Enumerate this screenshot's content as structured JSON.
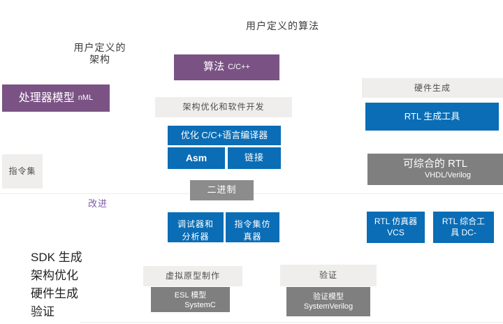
{
  "titles": {
    "top": "用户定义的算法",
    "arch_line1": "用户定义的",
    "arch_line2": "架构",
    "improve": "改进"
  },
  "boxes": {
    "processor_model": {
      "main": "处理器模型",
      "sub": "nML"
    },
    "algorithm": {
      "main": "算法",
      "sub": "C/C++"
    },
    "arch_opt_sw": "架构优化和软件开发",
    "compiler": "优化 C/C+语言编译器",
    "asm": "Asm",
    "link": "链接",
    "binary": "二进制",
    "instruction_set": "指令集",
    "debugger": {
      "line1": "调试器和",
      "line2": "分析器"
    },
    "iss": {
      "line1": "指令集仿",
      "line2": "真器"
    },
    "hw_gen": "硬件生成",
    "rtl_tool": "RTL 生成工具",
    "synth_rtl": {
      "main": "可综合的 RTL",
      "sub": "VHDL/Verilog"
    },
    "rtl_sim": {
      "line1": "RTL 仿真器",
      "line2": "VCS"
    },
    "rtl_synth": {
      "line1": "RTL 综合工",
      "line2": "具 DC-"
    },
    "virtual_proto": "虚拟原型制作",
    "esl_model": {
      "line1": "ESL 模型",
      "line2": "SystemC"
    },
    "verification": "验证",
    "verif_model": {
      "line1": "验证模型",
      "line2": "SystemVerilog"
    }
  },
  "legend": [
    "SDK 生成",
    "架构优化",
    "硬件生成",
    "验证"
  ],
  "colors": {
    "purple": "#7a5384",
    "blue": "#0a6db6",
    "gray_mid": "#8c8c8c",
    "gray_dark": "#7f7f7f",
    "light_gray": "#efeeec",
    "improve_text": "#7d5ba6"
  }
}
